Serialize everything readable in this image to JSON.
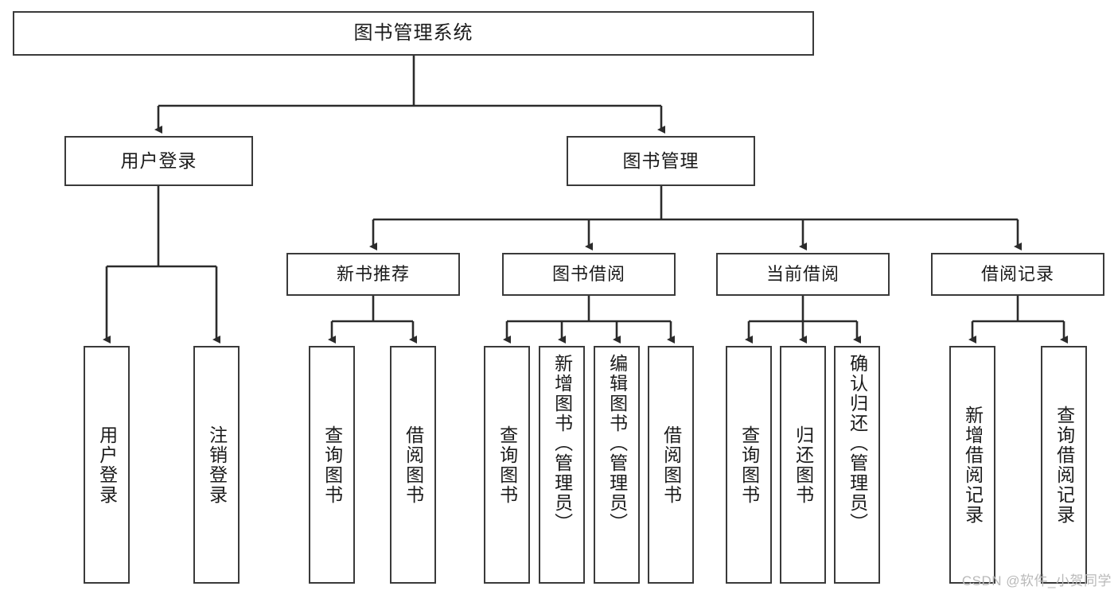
{
  "diagram": {
    "title": "图书管理系统",
    "root": {
      "label": "图书管理系统"
    },
    "level1": [
      {
        "label": "用户登录"
      },
      {
        "label": "图书管理"
      }
    ],
    "level2": [
      {
        "label": "新书推荐"
      },
      {
        "label": "图书借阅"
      },
      {
        "label": "当前借阅"
      },
      {
        "label": "借阅记录"
      }
    ],
    "leaves": {
      "user_login": [
        {
          "label": "用户登录"
        },
        {
          "label": "注销登录"
        }
      ],
      "new_book_recommend": [
        {
          "label": "查询图书"
        },
        {
          "label": "借阅图书"
        }
      ],
      "book_borrow": [
        {
          "label": "查询图书"
        },
        {
          "label": "新增图书（管理员）"
        },
        {
          "label": "编辑图书（管理员）"
        },
        {
          "label": "借阅图书"
        }
      ],
      "current_borrow": [
        {
          "label": "查询图书"
        },
        {
          "label": "归还图书"
        },
        {
          "label": "确认归还（管理员）"
        }
      ],
      "borrow_record": [
        {
          "label": "新增借阅记录"
        },
        {
          "label": "查询借阅记录"
        }
      ]
    },
    "watermark": "CSDN @软件_小贺同学",
    "colors": {
      "stroke": "#3a3a3a",
      "text": "#1b1b1b",
      "background": "#ffffff",
      "watermark": "#b9b9b9"
    }
  }
}
